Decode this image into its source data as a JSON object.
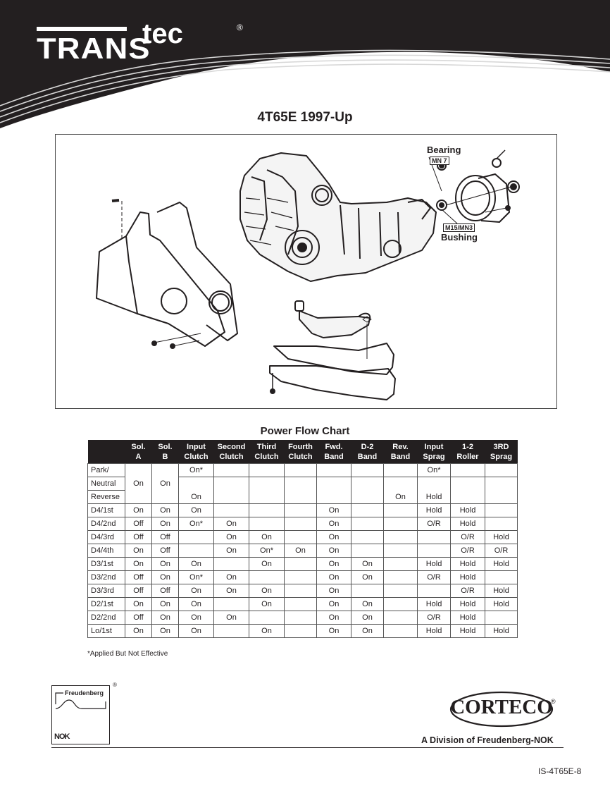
{
  "header": {
    "logo_main": "TRANS",
    "logo_super": "tec",
    "logo_reg": "®",
    "background": "#231f20"
  },
  "page_title": "4T65E 1997-Up",
  "figure": {
    "callouts": {
      "bearing_label": "Bearing",
      "bearing_part": "MN 7",
      "bushing_part": "M15/MN3",
      "bushing_label": "Bushing"
    }
  },
  "power_flow": {
    "title": "Power Flow Chart",
    "columns": [
      {
        "line1": "",
        "line2": ""
      },
      {
        "line1": "Sol.",
        "line2": "A"
      },
      {
        "line1": "Sol.",
        "line2": "B"
      },
      {
        "line1": "Input",
        "line2": "Clutch"
      },
      {
        "line1": "Second",
        "line2": "Clutch"
      },
      {
        "line1": "Third",
        "line2": "Clutch"
      },
      {
        "line1": "Fourth",
        "line2": "Clutch"
      },
      {
        "line1": "Fwd.",
        "line2": "Band"
      },
      {
        "line1": "D-2",
        "line2": "Band"
      },
      {
        "line1": "Rev.",
        "line2": "Band"
      },
      {
        "line1": "Input",
        "line2": "Sprag"
      },
      {
        "line1": "1-2",
        "line2": "Roller"
      },
      {
        "line1": "3RD",
        "line2": "Sprag"
      }
    ],
    "park_neutral_reverse": {
      "park_label": "Park/",
      "neutral_label": "Neutral",
      "reverse_label": "Reverse",
      "sol_a": "On",
      "sol_b": "On",
      "park_input_clutch": "On*",
      "park_input_sprag": "On*",
      "reverse_input_clutch": "On",
      "reverse_rev_band": "On",
      "reverse_input_sprag": "Hold"
    },
    "rows": [
      [
        "D4/1st",
        "On",
        "On",
        "On",
        "",
        "",
        "",
        "On",
        "",
        "",
        "Hold",
        "Hold",
        ""
      ],
      [
        "D4/2nd",
        "Off",
        "On",
        "On*",
        "On",
        "",
        "",
        "On",
        "",
        "",
        "O/R",
        "Hold",
        ""
      ],
      [
        "D4/3rd",
        "Off",
        "Off",
        "",
        "On",
        "On",
        "",
        "On",
        "",
        "",
        "",
        "O/R",
        "Hold"
      ],
      [
        "D4/4th",
        "On",
        "Off",
        "",
        "On",
        "On*",
        "On",
        "On",
        "",
        "",
        "",
        "O/R",
        "O/R"
      ],
      [
        "D3/1st",
        "On",
        "On",
        "On",
        "",
        "On",
        "",
        "On",
        "On",
        "",
        "Hold",
        "Hold",
        "Hold"
      ],
      [
        "D3/2nd",
        "Off",
        "On",
        "On*",
        "On",
        "",
        "",
        "On",
        "On",
        "",
        "O/R",
        "Hold",
        ""
      ],
      [
        "D3/3rd",
        "Off",
        "Off",
        "On",
        "On",
        "On",
        "",
        "On",
        "",
        "",
        "",
        "O/R",
        "Hold"
      ],
      [
        "D2/1st",
        "On",
        "On",
        "On",
        "",
        "On",
        "",
        "On",
        "On",
        "",
        "Hold",
        "Hold",
        "Hold"
      ],
      [
        "D2/2nd",
        "Off",
        "On",
        "On",
        "On",
        "",
        "",
        "On",
        "On",
        "",
        "O/R",
        "Hold",
        ""
      ],
      [
        "Lo/1st",
        "On",
        "On",
        "On",
        "",
        "On",
        "",
        "On",
        "On",
        "",
        "Hold",
        "Hold",
        "Hold"
      ]
    ],
    "footnote": "*Applied But Not Effective"
  },
  "footer": {
    "freudenberg_name": "Freudenberg",
    "nok_mark": "NOK",
    "freudenberg_reg": "®",
    "corteco_name": "CORTECO",
    "corteco_reg": "®",
    "division_text": "A Division of Freudenberg-NOK",
    "doc_id": "IS-4T65E-8"
  }
}
